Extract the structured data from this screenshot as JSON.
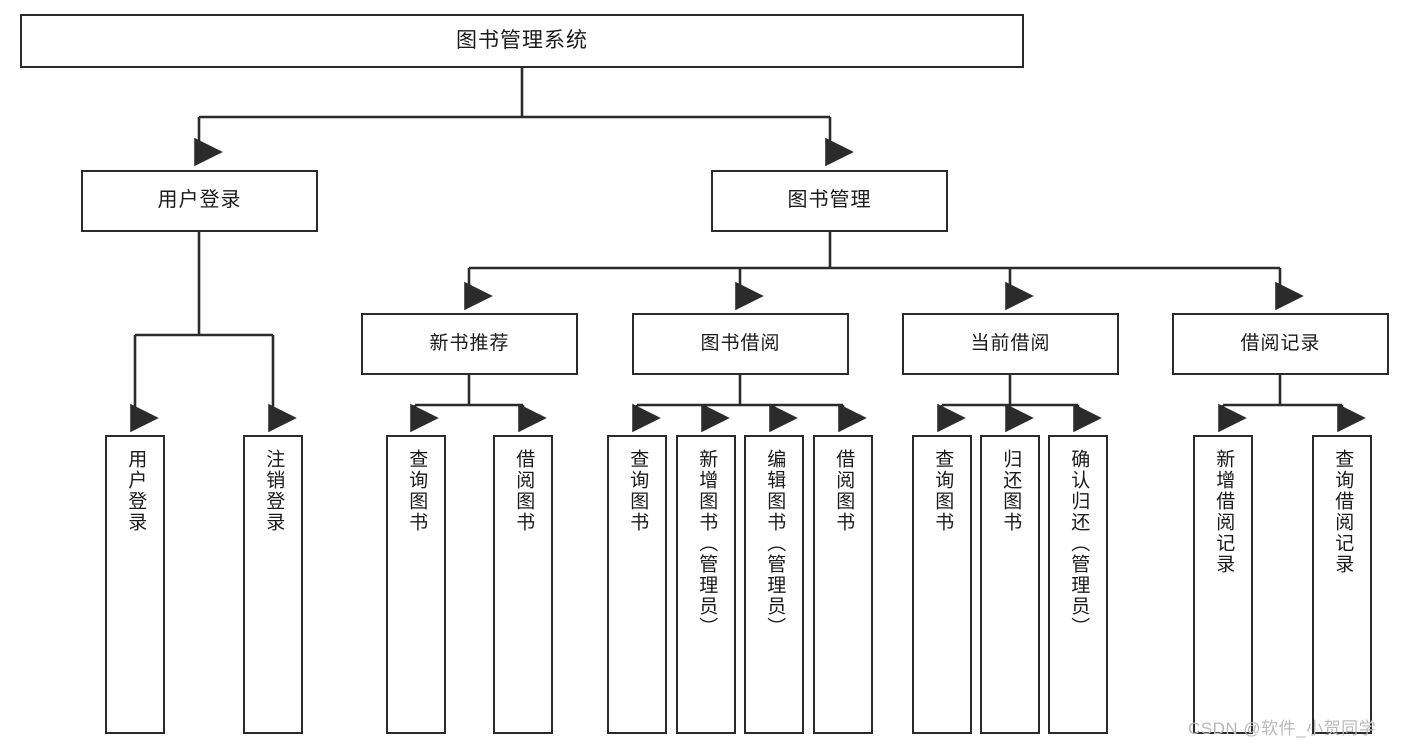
{
  "diagram": {
    "title": "图书管理系统",
    "type": "tree-hierarchy-diagram",
    "root": {
      "label": "图书管理系统"
    },
    "level2": [
      {
        "id": "user-login",
        "label": "用户登录"
      },
      {
        "id": "book-management",
        "label": "图书管理"
      }
    ],
    "level3": [
      {
        "id": "new-book-recommend",
        "label": "新书推荐",
        "parent": "book-management"
      },
      {
        "id": "book-borrow",
        "label": "图书借阅",
        "parent": "book-management"
      },
      {
        "id": "current-borrow",
        "label": "当前借阅",
        "parent": "book-management"
      },
      {
        "id": "borrow-record",
        "label": "借阅记录",
        "parent": "book-management"
      }
    ],
    "leaves": [
      {
        "id": "leaf-user-login",
        "label": "用户登录",
        "parent": "user-login"
      },
      {
        "id": "leaf-logout-login",
        "label": "注销登录",
        "parent": "user-login"
      },
      {
        "id": "leaf-query-book-1",
        "label": "查询图书",
        "parent": "new-book-recommend"
      },
      {
        "id": "leaf-borrow-book-1",
        "label": "借阅图书",
        "parent": "new-book-recommend"
      },
      {
        "id": "leaf-query-book-2",
        "label": "查询图书",
        "parent": "book-borrow"
      },
      {
        "id": "leaf-add-book-admin",
        "label": "新增图书（管理员）",
        "parent": "book-borrow"
      },
      {
        "id": "leaf-edit-book-admin",
        "label": "编辑图书（管理员）",
        "parent": "book-borrow"
      },
      {
        "id": "leaf-borrow-book-2",
        "label": "借阅图书",
        "parent": "book-borrow"
      },
      {
        "id": "leaf-query-book-3",
        "label": "查询图书",
        "parent": "current-borrow"
      },
      {
        "id": "leaf-return-book",
        "label": "归还图书",
        "parent": "current-borrow"
      },
      {
        "id": "leaf-confirm-return-admin",
        "label": "确认归还（管理员）",
        "parent": "current-borrow"
      },
      {
        "id": "leaf-add-borrow-record",
        "label": "新增借阅记录",
        "parent": "borrow-record"
      },
      {
        "id": "leaf-query-borrow-record",
        "label": "查询借阅记录",
        "parent": "borrow-record"
      }
    ],
    "watermark": "CSDN @软件_小贺同学",
    "colors": {
      "border": "#2b2b2b",
      "background": "#ffffff",
      "text": "#1a1a1a",
      "edge": "#2b2b2b",
      "watermark": "#b9b9b9"
    }
  }
}
